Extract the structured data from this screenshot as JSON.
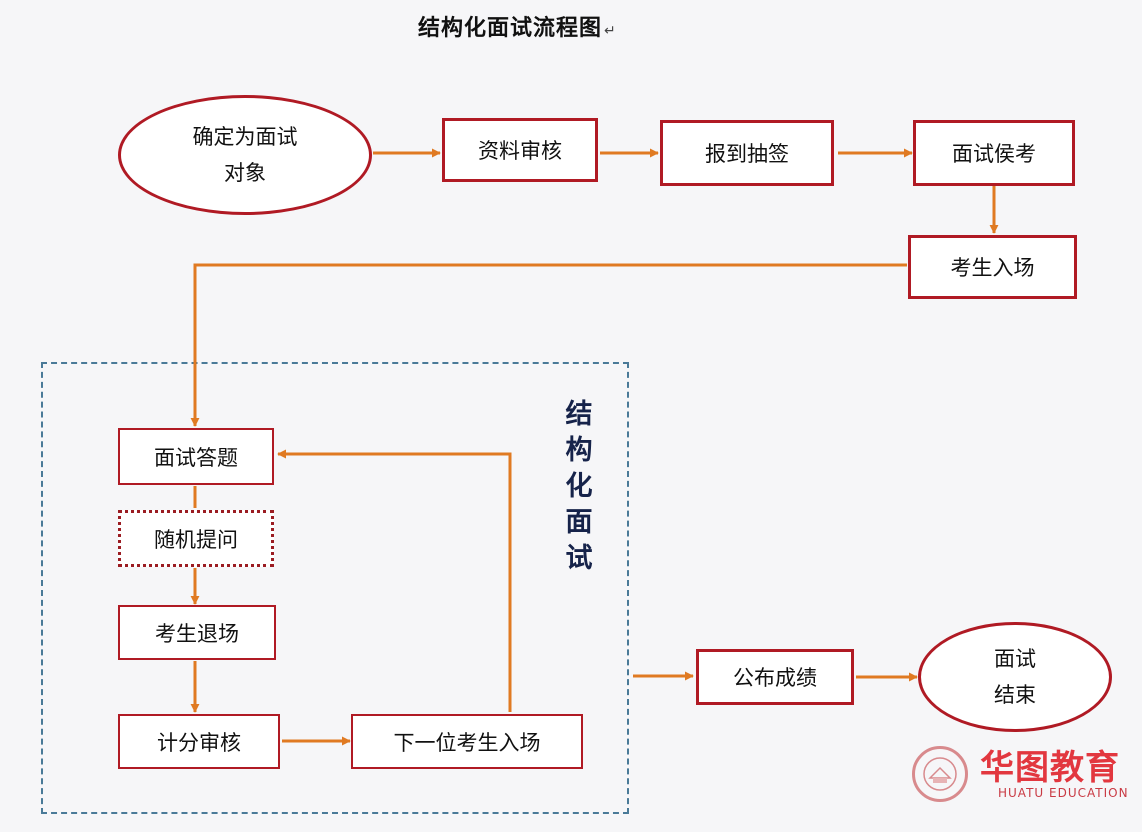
{
  "title": "结构化面试流程图",
  "title_mark": "↵",
  "nodes": {
    "start": [
      "确定为面试",
      "对象"
    ],
    "review": "资料审核",
    "checkin": "报到抽签",
    "waiting": "面试侯考",
    "enter": "考生入场",
    "answer": "面试答题",
    "random_question": "随机提问",
    "exit": "考生退场",
    "scoring": "计分审核",
    "next": "下一位考生入场",
    "publish": "公布成绩",
    "end": [
      "面试",
      "结束"
    ]
  },
  "section_label": [
    "结",
    "构",
    "化",
    "面",
    "试"
  ],
  "logo": {
    "name": "华图教育",
    "subtitle": "HUATU EDUCATION"
  },
  "colors": {
    "box_border": "#b01a24",
    "arrow": "#e07a22",
    "frame": "#4a7a98",
    "label": "#16234a"
  }
}
